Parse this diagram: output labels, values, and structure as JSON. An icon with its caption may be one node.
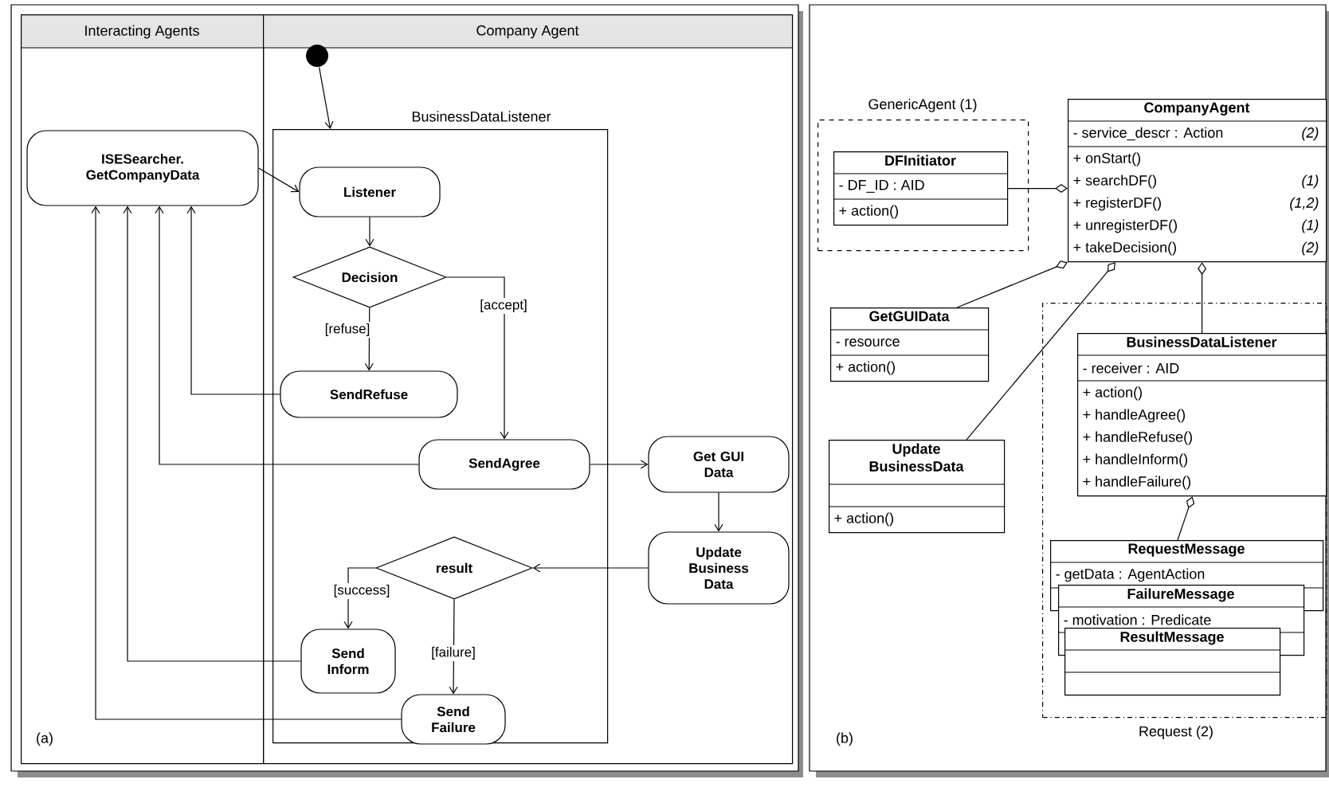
{
  "diagram": {
    "nodes": [
      {
        "text": [
          "Interacting Agents"
        ]
      },
      {
        "text": [
          "Company Agent"
        ]
      },
      {
        "text": [],
        "shape": "circle",
        "in": 1
      },
      {
        "text": [
          "BusinessDataListener"
        ],
        "in": 1
      },
      {
        "text": [
          "ISESearcher. GetCompanyData"
        ],
        "in": 0
      },
      {
        "text": [
          "Listener"
        ],
        "in": 3
      },
      {
        "text": [
          "Decision"
        ],
        "in": 3
      },
      {
        "text": [
          "SendRefuse"
        ],
        "in": 3
      },
      {
        "text": [
          "SendAgree"
        ],
        "in": 3
      },
      {
        "text": [
          "result"
        ],
        "in": 3
      },
      {
        "text": [
          "Send Inform"
        ],
        "in": 3
      },
      {
        "text": [
          "Send Failure"
        ],
        "in": 3
      },
      {
        "text": [
          "Get GUI Data"
        ],
        "in": 1
      },
      {
        "text": [
          "Update Business Data"
        ],
        "in": 1
      },
      {
        "text": [
          "GenericAgent (1)"
        ]
      },
      {
        "text": [
          "DFInitiator",
          "- DF_ID : AID",
          "+ action()"
        ],
        "in": 14
      },
      {
        "text": [
          "CompanyAgent",
          "- service_descr : Action",
          "(2)",
          "+ onStart()",
          "+ searchDF()",
          "(1)",
          "+ registerDF()",
          "(1,2)",
          "+ unregisterDF()",
          "(1)",
          "+ takeDecision()",
          "(2)"
        ]
      },
      {
        "text": [
          "GetGUIData",
          "- resource",
          "+ action()"
        ]
      },
      {
        "text": [
          "Update BusinessData",
          "+ action()"
        ]
      },
      {
        "text": [
          "Request (2)"
        ]
      },
      {
        "text": [
          "BusinessDataListener",
          "- receiver : AID",
          "+ action()",
          "+ handleAgree()",
          "+ handleRefuse()",
          "+ handleInform()",
          "+ handleFailure()"
        ],
        "in": 19
      },
      {
        "text": [
          "RequestMessage",
          "- getData : AgentAction"
        ],
        "in": 19
      },
      {
        "text": [
          "FailureMessage",
          "- motivation : Predicate"
        ],
        "in": 19
      },
      {
        "text": [
          "ResultMessage"
        ],
        "in": 19
      }
    ],
    "edges": [
      {
        "from": 2,
        "to": 3,
        "arrow": "to"
      },
      {
        "from": 4,
        "to": 5,
        "arrow": "to"
      },
      {
        "from": 5,
        "to": 6,
        "arrow": "to"
      },
      {
        "from": 6,
        "to": 7,
        "arrow": "to",
        "label": "[refuse]"
      },
      {
        "from": 6,
        "to": 8,
        "arrow": "to",
        "label": "[accept]"
      },
      {
        "from": 7,
        "to": 4,
        "arrow": "to"
      },
      {
        "from": 8,
        "to": 4,
        "arrow": "to"
      },
      {
        "from": 10,
        "to": 4,
        "arrow": "to"
      },
      {
        "from": 11,
        "to": 4,
        "arrow": "to"
      },
      {
        "from": 8,
        "to": 12,
        "arrow": "to"
      },
      {
        "from": 12,
        "to": 13,
        "arrow": "to"
      },
      {
        "from": 13,
        "to": 9,
        "arrow": "to"
      },
      {
        "from": 9,
        "to": 10,
        "arrow": "to",
        "label": "[success]"
      },
      {
        "from": 9,
        "to": 11,
        "arrow": "to",
        "label": "[failure]"
      },
      {
        "from": 15,
        "to": 16,
        "arrow": "other"
      },
      {
        "from": 17,
        "to": 16,
        "arrow": "other"
      },
      {
        "from": 18,
        "to": 16,
        "arrow": "other"
      },
      {
        "from": 20,
        "to": 16,
        "arrow": "other"
      },
      {
        "from": 21,
        "to": 20,
        "arrow": "other"
      }
    ],
    "labels": [
      "(a)",
      "(b)"
    ]
  }
}
